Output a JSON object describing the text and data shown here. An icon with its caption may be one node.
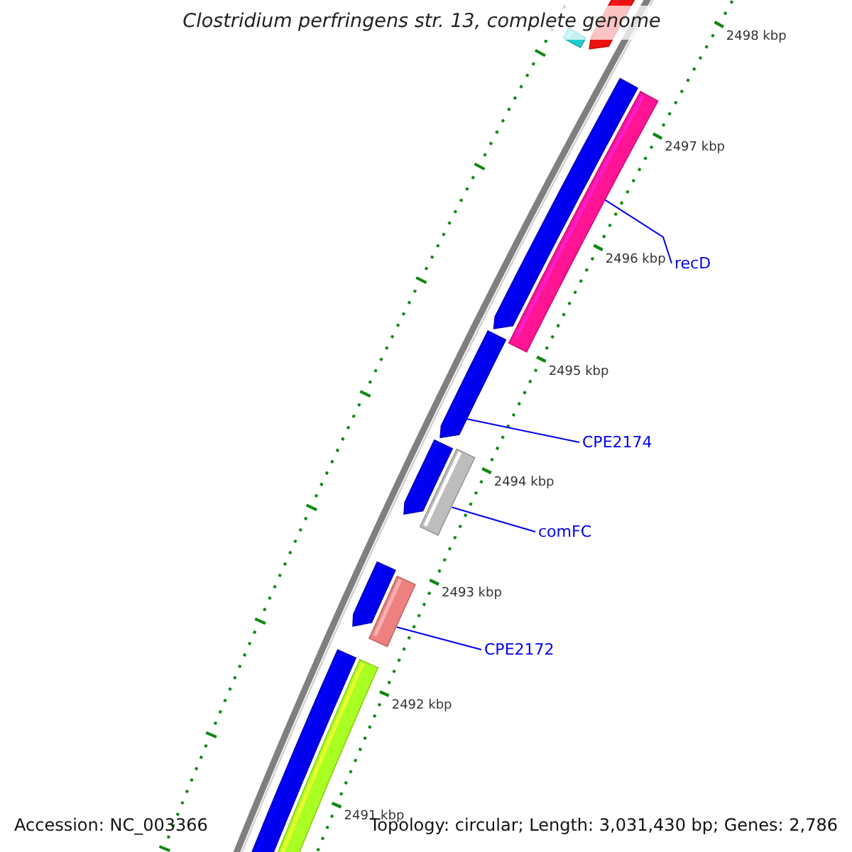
{
  "diagram": {
    "title": "Clostridium perfringens str. 13, complete genome",
    "nodes": [
      {
        "text": [],
        "shape": "bar"
      },
      {
        "text": [],
        "shape": "bar"
      },
      {
        "text": [],
        "shape": "bar"
      },
      {
        "text": [],
        "shape": "bar"
      },
      {
        "text": [],
        "shape": "bar"
      },
      {
        "text": [],
        "shape": "bar"
      },
      {
        "text": [],
        "shape": "bar"
      },
      {
        "text": [],
        "shape": "bar"
      },
      {
        "text": [],
        "shape": "bar"
      },
      {
        "text": [],
        "shape": "bar"
      },
      {
        "text": [],
        "shape": "bar"
      },
      {
        "text": [
          "recD"
        ]
      },
      {
        "text": [
          "CPE2174"
        ]
      },
      {
        "text": [
          "comFC"
        ]
      },
      {
        "text": [
          "CPE2172"
        ]
      }
    ],
    "edges": [
      {
        "from": 11,
        "to": 3,
        "arrow": "none"
      },
      {
        "from": 12,
        "to": 4,
        "arrow": "none"
      },
      {
        "from": 13,
        "to": 6,
        "arrow": "none"
      },
      {
        "from": 14,
        "to": 8,
        "arrow": "none"
      }
    ],
    "labels": [
      "2498 kbp",
      "2497 kbp",
      "2496 kbp",
      "2495 kbp",
      "2494 kbp",
      "2493 kbp",
      "2492 kbp",
      "2491 kbp",
      "Accession: NC_003366",
      "Topology: circular; Length: 3,031,430 bp; Genes: 2,786"
    ]
  }
}
